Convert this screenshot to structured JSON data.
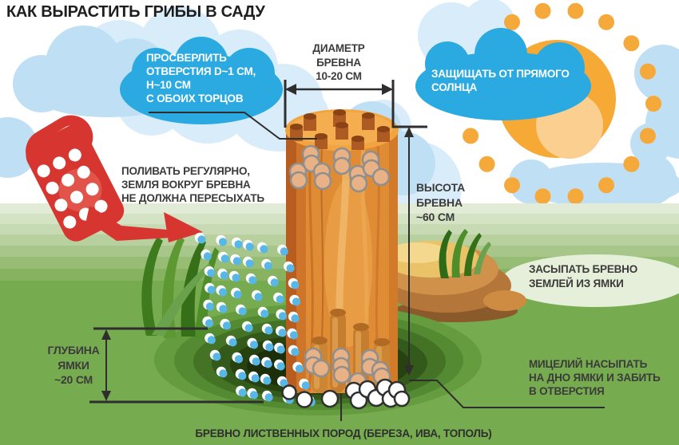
{
  "title": "КАК ВЫРАСТИТЬ ГРИБЫ В САДУ",
  "callouts": {
    "drill": "ПРОСВЕРЛИТЬ\nОТВЕРСТИЯ D~1 СМ,\nH~10 СМ\nС ОБОИХ ТОРЦОВ",
    "protect": "ЗАЩИЩАТЬ ОТ ПРЯМОГО\nСОЛНЦА",
    "water": "ПОЛИВАТЬ РЕГУЛЯРНО,\nЗЕМЛЯ ВОКРУГ БРЕВНА\nНЕ ДОЛЖНА ПЕРЕСЫХАТЬ",
    "bury": "ЗАСЫПАТЬ БРЕВНО\nЗЕМЛЕЙ ИЗ ЯМКИ",
    "mycelium": "МИЦЕЛИЙ НАСЫПАТЬ\nНА ДНО ЯМКИ И ЗАБИТЬ\nВ ОТВЕРСТИЯ"
  },
  "measurements": {
    "diameter": "ДИАМЕТР\nБРЕВНА\n10-20 СМ",
    "height": "ВЫСОТА\nБРЕВНА\n~60 СМ",
    "depth": "ГЛУБИНА\nЯМКИ\n~20 СМ"
  },
  "caption": "БРЕВНО ЛИСТВЕННЫХ ПОРОД (БЕРЕЗА, ИВА, ТОПОЛЬ)",
  "colors": {
    "callout_blue": "#2BAAE1",
    "cloud_light": "#BFDFF4",
    "sun_orange": "#F7A936",
    "watering_can_red": "#D6362F",
    "grass_green": "#77AB4F",
    "log_brown": "#E08C35",
    "text_dark": "#3B3B3B"
  }
}
